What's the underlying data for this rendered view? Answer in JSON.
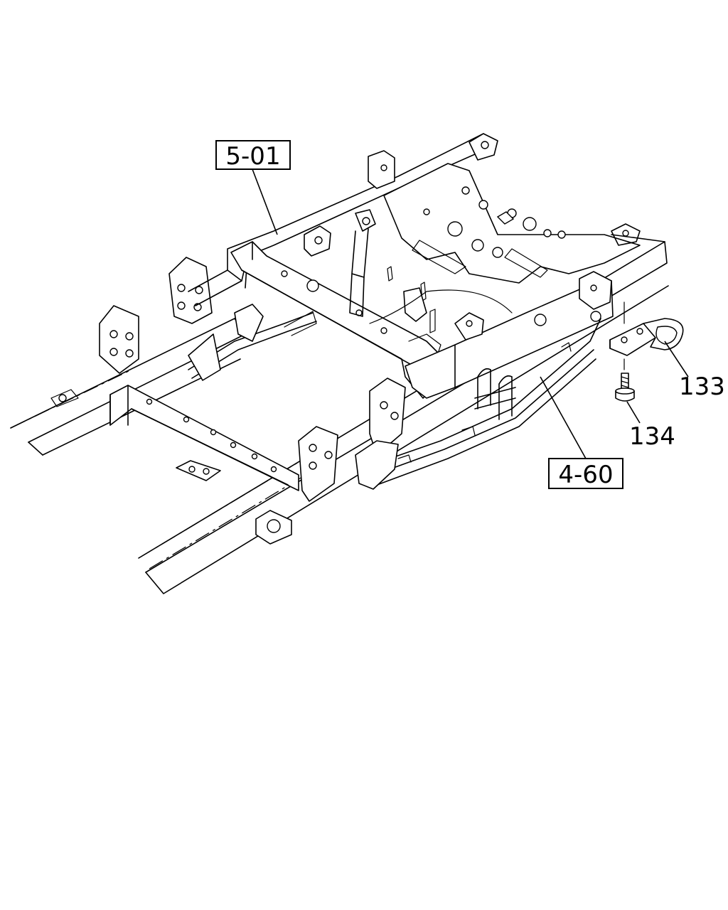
{
  "callouts": {
    "ref_5_01": "5-01",
    "ref_4_60": "4-60",
    "part_133": "133",
    "part_134": "134"
  },
  "colors": {
    "line": "#000000",
    "background": "#ffffff"
  }
}
